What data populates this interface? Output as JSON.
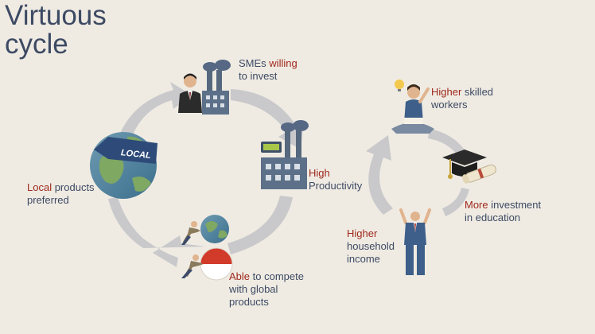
{
  "title": {
    "line1": "Virtuous",
    "line2": "cycle"
  },
  "colors": {
    "accent": "#a0291c",
    "text": "#3d4a63",
    "background": "#efebe3",
    "arrow": "#c9c9cb"
  },
  "left_cycle": {
    "smes": {
      "line1_pre": "SMEs ",
      "line1_accent": "willing",
      "line2": "to invest"
    },
    "productivity": {
      "line1_accent": "High",
      "line2": "Productivity"
    },
    "compete": {
      "line1_accent": "Able",
      "line1_post": " to compete",
      "line2": "with global",
      "line3": "products"
    },
    "local": {
      "line1_accent": "Local",
      "line1_post": " products",
      "line2": "preferred"
    },
    "globe_banner": "LOCAL"
  },
  "right_cycle": {
    "workers": {
      "line1_accent": "Higher",
      "line1_post": " skilled",
      "line2": "workers"
    },
    "education": {
      "line1_accent": "More",
      "line1_post": " investment",
      "line2": "in education"
    },
    "income": {
      "line1_accent": "Higher",
      "line2": "household",
      "line3": "income"
    }
  },
  "icons": [
    "factory-icon",
    "businessman-icon",
    "globe-icon",
    "graduation-cap-icon",
    "diploma-icon",
    "reading-worker-icon",
    "cheering-man-icon",
    "pushing-man-icon",
    "flag-ball-icon"
  ]
}
